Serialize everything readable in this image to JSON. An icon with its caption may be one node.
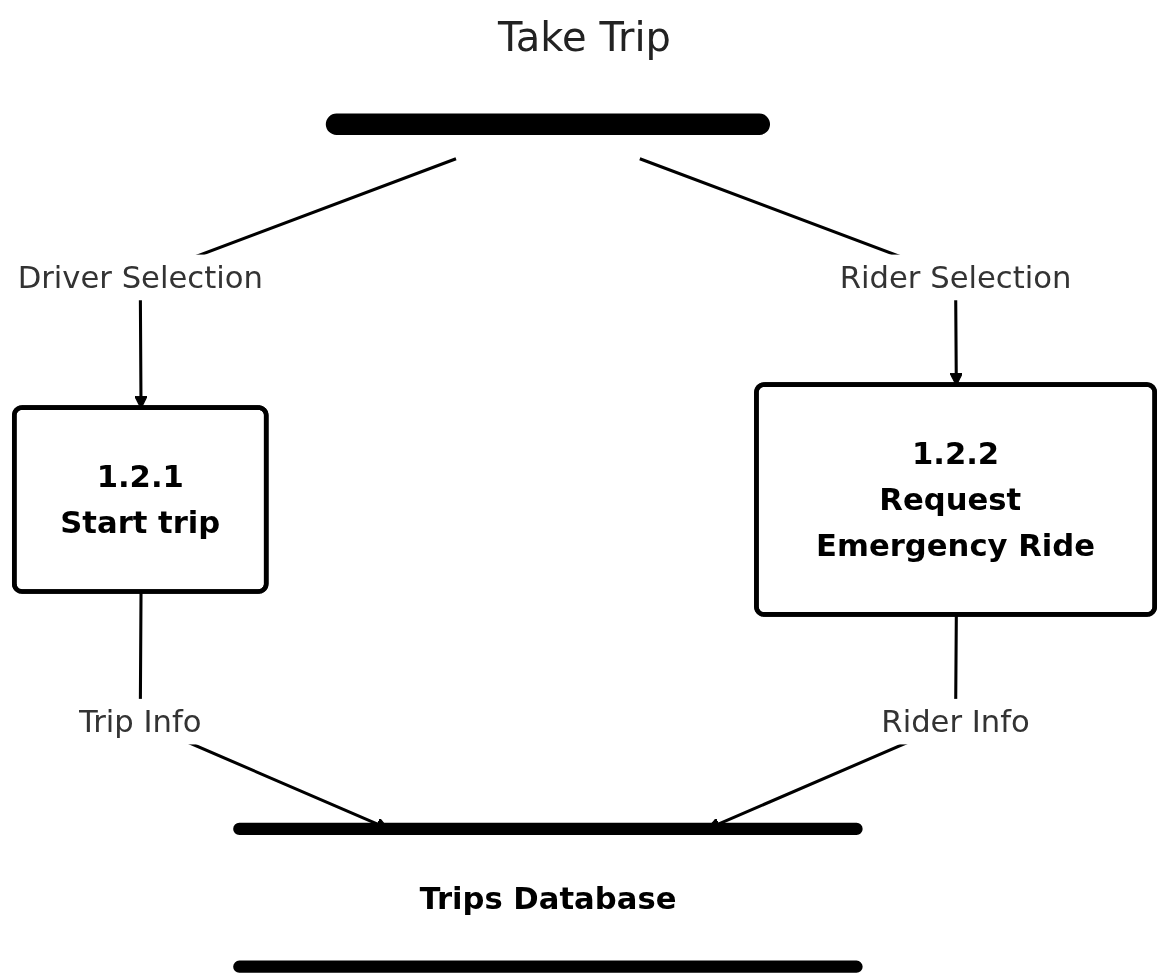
{
  "diagram": {
    "title": "Take Trip",
    "nodes": [
      {
        "text": [],
        "shape": "bar"
      },
      {
        "text": [
          "1.2.1",
          "Start trip"
        ]
      },
      {
        "text": [
          "1.2.2",
          "Request Emergency Ride"
        ]
      },
      {
        "text": [
          "Trips Database"
        ]
      }
    ],
    "edges": [
      {
        "from": 0,
        "to": 1,
        "label": "Driver Selection",
        "arrow": "to"
      },
      {
        "from": 0,
        "to": 2,
        "label": "Rider Selection",
        "arrow": "to"
      },
      {
        "from": 1,
        "to": 3,
        "label": "Trip Info",
        "arrow": "to"
      },
      {
        "from": 2,
        "to": 3,
        "label": "Rider Info",
        "arrow": "to"
      }
    ]
  }
}
